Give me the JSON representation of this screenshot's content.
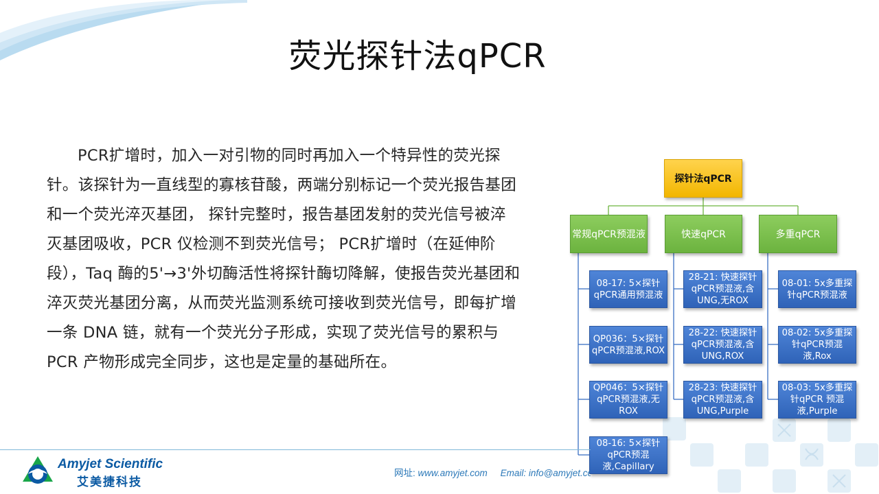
{
  "title": "荧光探针法qPCR",
  "body": "PCR扩增时，加入一对引物的同时再加入一个特异性的荧光探针。该探针为一直线型的寡核苷酸，两端分别标记一个荧光报告基团和一个荧光淬灭基团， 探针完整时，报告基团发射的荧光信号被淬灭基团吸收，PCR 仪检测不到荧光信号； PCR扩增时（在延伸阶段），Taq 酶的5'→3'外切酶活性将探针酶切降解，使报告荧光基团和淬灭荧光基团分离，从而荧光监测系统可接收到荧光信号，即每扩增一条 DNA 链，就有一个荧光分子形成，实现了荧光信号的累积与 PCR 产物形成完全同步，这也是定量的基础所在。",
  "tree": {
    "root": "探针法qPCR",
    "categories": [
      {
        "label": "常规qPCR预混液",
        "items": [
          "08-17: 5×探针qPCR通用预混液",
          "QP036：5×探针qPCR预混液,ROX",
          "QP046：5×探针qPCR预混液,无ROX",
          "08-16: 5×探针qPCR预混液,Capillary"
        ]
      },
      {
        "label": "快速qPCR",
        "items": [
          "28-21: 快速探针qPCR预混液,含UNG,无ROX",
          "28-22: 快速探针qPCR预混液,含UNG,ROX",
          "28-23: 快速探针qPCR预混液,含UNG,Purple"
        ]
      },
      {
        "label": "多重qPCR",
        "items": [
          "08-01: 5x多重探针qPCR预混液",
          "08-02: 5x多重探针qPCR预混液,Rox",
          "08-03: 5x多重探针qPCR 预混液,Purple"
        ]
      }
    ]
  },
  "footer": {
    "brand_en": "Amyjet Scientific",
    "brand_cn": "艾美捷科技",
    "web_label": "网址: ",
    "web_url": "www.amyjet.com",
    "email_label": "Email: ",
    "email_value": "info@amyjet.com"
  },
  "colors": {
    "root": "#f2b600",
    "category": "#6cb33f",
    "leaf": "#3a6fc4",
    "connector": "#6cb33f",
    "brand": "#0b5aa3"
  }
}
